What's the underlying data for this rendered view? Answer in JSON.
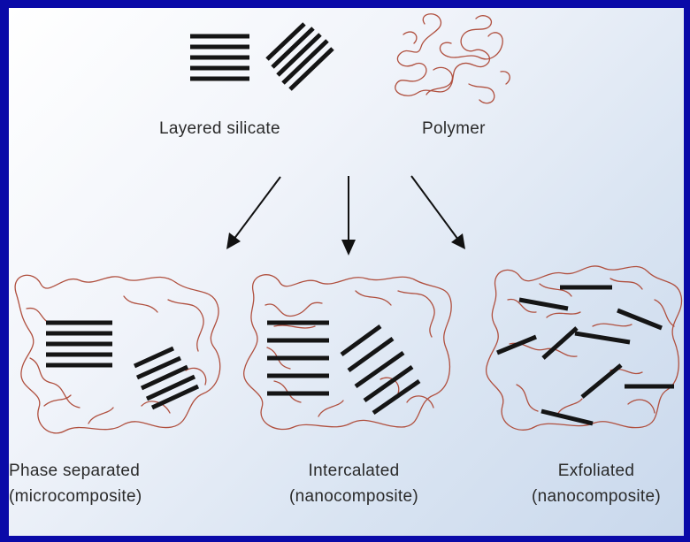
{
  "colors": {
    "border": "#0a0aa8",
    "polymer_chain": "#b0503f",
    "silicate_layer": "#151515"
  },
  "top": {
    "silicate_label": "Layered silicate",
    "polymer_label": "Polymer"
  },
  "products": [
    {
      "name": "Phase separated",
      "type": "(microcomposite)"
    },
    {
      "name": "Intercalated",
      "type": "(nanocomposite)"
    },
    {
      "name": "Exfoliated",
      "type": "(nanocomposite)"
    }
  ]
}
